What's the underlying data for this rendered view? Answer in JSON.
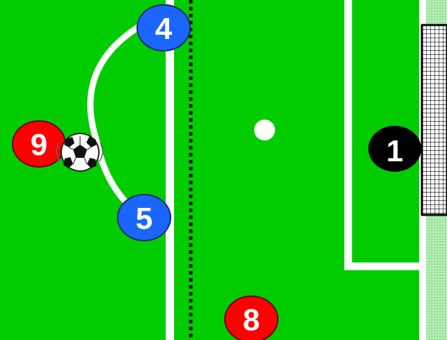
{
  "colors": {
    "pitch": "#00cc00",
    "line": "#ffffff",
    "team_red": "#ff0000",
    "team_blue": "#1a66ff",
    "goalkeeper": "#000000",
    "offside_line": "#111111"
  },
  "players": [
    {
      "id": "player-4",
      "number": "4",
      "team": "blue"
    },
    {
      "id": "player-5",
      "number": "5",
      "team": "blue"
    },
    {
      "id": "player-9",
      "number": "9",
      "team": "red"
    },
    {
      "id": "player-8",
      "number": "8",
      "team": "red"
    },
    {
      "id": "player-1",
      "number": "1",
      "team": "goalkeeper"
    }
  ],
  "ball": {
    "icon": "soccer-ball-icon"
  },
  "markings": [
    "penalty-arc",
    "penalty-box-line",
    "goal-area-box",
    "penalty-spot",
    "dotted-offside-line",
    "goal-net"
  ]
}
